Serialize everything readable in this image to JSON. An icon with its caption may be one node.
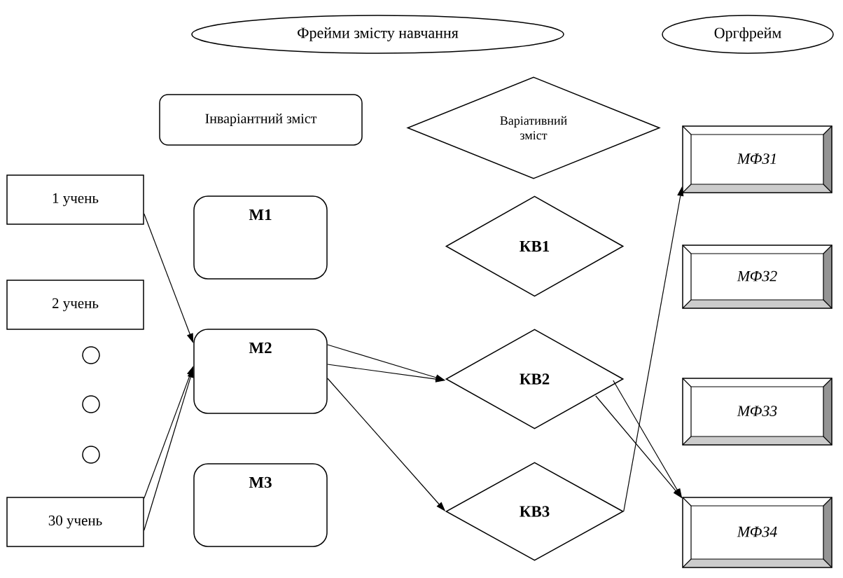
{
  "diagram": {
    "nodes": [
      {
        "text": [
          "Фрейми змісту навчання"
        ]
      },
      {
        "text": [
          "Оргфрейм"
        ]
      },
      {
        "text": [
          "Інваріантний зміст"
        ]
      },
      {
        "text": [
          "Варіативний зміст"
        ]
      },
      {
        "text": [
          "МФЗ1"
        ]
      },
      {
        "text": [
          "1 учень"
        ]
      },
      {
        "text": [
          "**М1**"
        ]
      },
      {
        "text": [
          "**КВ1**"
        ]
      },
      {
        "text": [
          "МФЗ2"
        ]
      },
      {
        "text": [
          "2 учень"
        ]
      },
      {
        "text": [],
        "shape": "circle"
      },
      {
        "text": [],
        "shape": "circle"
      },
      {
        "text": [],
        "shape": "circle"
      },
      {
        "text": [
          "**М2**"
        ]
      },
      {
        "text": [
          "**КВ2**"
        ]
      },
      {
        "text": [
          "МФЗ3"
        ]
      },
      {
        "text": [
          "**М3**"
        ]
      },
      {
        "text": [
          "30 учень"
        ]
      },
      {
        "text": [
          "**КВ3**"
        ]
      },
      {
        "text": [
          "МФЗ4"
        ]
      }
    ],
    "edges": [
      {
        "from": 5,
        "to": 13,
        "arrow": "to"
      },
      {
        "from": 17,
        "to": 13,
        "arrow": "to"
      },
      {
        "from": 17,
        "to": 13,
        "arrow": "to"
      },
      {
        "from": 13,
        "to": 14,
        "arrow": "to"
      },
      {
        "from": 13,
        "to": 14,
        "arrow": "to"
      },
      {
        "from": 13,
        "to": 18,
        "arrow": "to"
      },
      {
        "from": 18,
        "to": 4,
        "arrow": "to"
      },
      {
        "from": 14,
        "to": 19,
        "arrow": "to"
      },
      {
        "from": 14,
        "to": 19,
        "arrow": "to"
      }
    ]
  }
}
